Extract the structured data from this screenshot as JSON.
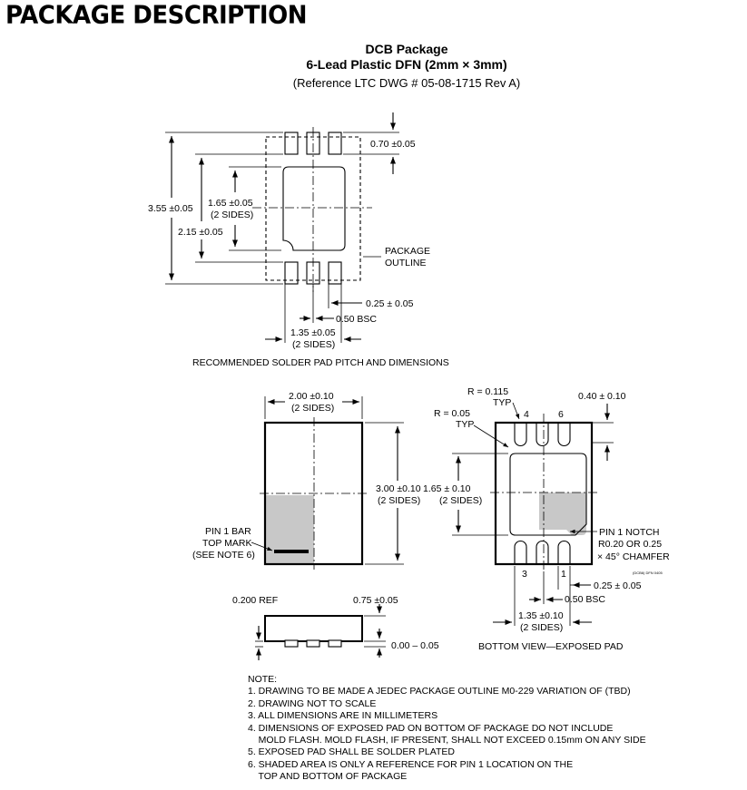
{
  "header": {
    "title": "PACKAGE DESCRIPTION",
    "package_name": "DCB Package",
    "package_desc": "6-Lead Plastic DFN (2mm × 3mm)",
    "reference": "(Reference LTC DWG # 05-08-1715 Rev A)"
  },
  "solder_pad": {
    "caption": "RECOMMENDED SOLDER PAD PITCH AND DIMENSIONS",
    "dim_height": "3.55 ±0.05",
    "dim_pad_height": "1.65 ±0.05",
    "dim_pad_height_sub": "(2 SIDES)",
    "dim_pad_outer": "2.15 ±0.05",
    "dim_lead_len": "0.70 ±0.05",
    "dim_lead_width": "0.25 ± 0.05",
    "dim_pitch": "0.50 BSC",
    "dim_span": "1.35 ±0.05",
    "dim_span_sub": "(2 SIDES)",
    "outline_label_1": "PACKAGE",
    "outline_label_2": "OUTLINE"
  },
  "top_view": {
    "dim_width": "2.00 ±0.10",
    "dim_width_sub": "(2 SIDES)",
    "dim_height": "3.00 ±0.10",
    "dim_height_sub": "(2 SIDES)",
    "pin1_label_1": "PIN 1 BAR",
    "pin1_label_2": "TOP MARK",
    "pin1_label_3": "(SEE NOTE 6)"
  },
  "side_view": {
    "dim_ref": "0.200 REF",
    "dim_height": "0.75 ±0.05",
    "dim_standoff": "0.00 – 0.05"
  },
  "bottom_view": {
    "caption": "BOTTOM VIEW—EXPOSED PAD",
    "r1": "R = 0.115",
    "r1_sub": "TYP",
    "r2": "R = 0.05",
    "r2_sub": "TYP",
    "dim_lead": "0.40 ± 0.10",
    "dim_pad_h": "1.65 ± 0.10",
    "dim_pad_h_sub": "(2 SIDES)",
    "notch_1": "PIN 1 NOTCH",
    "notch_2": "R0.20 OR 0.25",
    "notch_3": "× 45° CHAMFER",
    "dim_lead_width": "0.25 ± 0.05",
    "dim_pitch": "0.50 BSC",
    "dim_span": "1.35 ±0.10",
    "dim_span_sub": "(2 SIDES)",
    "pin_4": "4",
    "pin_6": "6",
    "pin_3": "3",
    "pin_1": "1",
    "tiny_code": "(DCB6) DFN 0405"
  },
  "notes": {
    "heading": "NOTE:",
    "n1": "1. DRAWING TO BE MADE A JEDEC PACKAGE OUTLINE M0-229 VARIATION OF (TBD)",
    "n2": "2. DRAWING NOT TO SCALE",
    "n3": "3. ALL DIMENSIONS ARE IN MILLIMETERS",
    "n4a": "4. DIMENSIONS OF EXPOSED PAD ON BOTTOM OF PACKAGE DO NOT INCLUDE",
    "n4b": "    MOLD FLASH. MOLD FLASH, IF PRESENT, SHALL NOT EXCEED 0.15mm ON ANY SIDE",
    "n5": "5. EXPOSED PAD SHALL BE SOLDER PLATED",
    "n6a": "6. SHADED AREA IS ONLY A REFERENCE FOR PIN 1 LOCATION ON THE",
    "n6b": "    TOP AND BOTTOM OF PACKAGE"
  }
}
